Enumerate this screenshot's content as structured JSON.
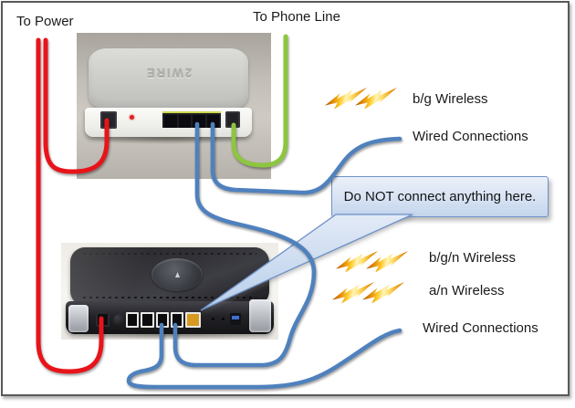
{
  "diagram": {
    "title_labels": {
      "to_power": "To Power",
      "to_phone_line": "To Phone Line"
    },
    "callout": {
      "text": "Do NOT connect anything here."
    },
    "legend_top": [
      {
        "icon": "lightning-bolt",
        "label": "b/g Wireless"
      },
      {
        "icon": "blue-cable",
        "label": "Wired Connections"
      }
    ],
    "legend_bottom": [
      {
        "icon": "lightning-bolt",
        "label": "b/g/n Wireless"
      },
      {
        "icon": "lightning-bolt",
        "label": "a/n Wireless"
      },
      {
        "icon": "blue-cable",
        "label": "Wired Connections"
      }
    ],
    "devices": {
      "modem": {
        "brand": "2WIRE"
      }
    },
    "colors": {
      "power_cable": "#e8141a",
      "phone_cable": "#8dc63f",
      "ethernet_cable": "#4f81bd",
      "callout_border": "#6e92c8",
      "callout_fill": "#d9e4f4",
      "bolt_gold": "#ffb900",
      "frame_border": "#595959"
    }
  }
}
